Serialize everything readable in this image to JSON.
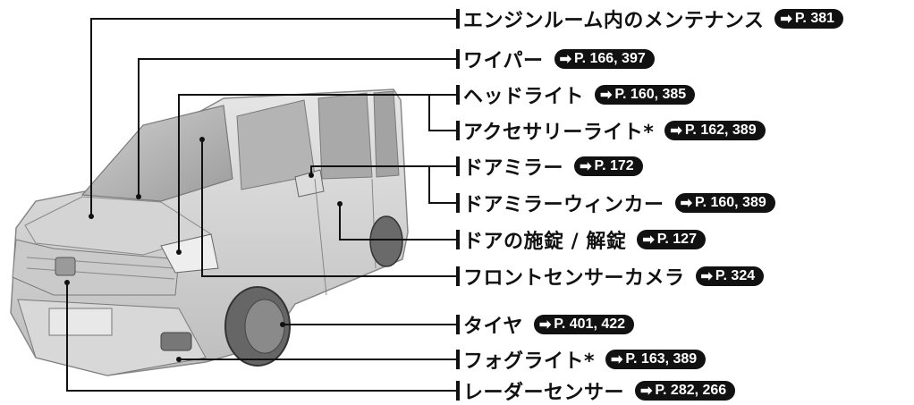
{
  "labels": [
    {
      "text": "エンジンルーム内のメンテナンス",
      "ref": "P. 381"
    },
    {
      "text": "ワイパー",
      "ref": "P. 166, 397"
    },
    {
      "text": "ヘッドライト",
      "ref": "P. 160, 385"
    },
    {
      "text": "アクセサリーライト*",
      "ref": "P. 162, 389"
    },
    {
      "text": "ドアミラー",
      "ref": "P. 172"
    },
    {
      "text": "ドアミラーウィンカー",
      "ref": "P. 160, 389"
    },
    {
      "text": "ドアの施錠 / 解錠",
      "ref": "P. 127"
    },
    {
      "text": "フロントセンサーカメラ",
      "ref": "P. 324"
    },
    {
      "text": "タイヤ",
      "ref": "P. 401, 422"
    },
    {
      "text": "フォグライト*",
      "ref": "P. 163, 389"
    },
    {
      "text": "レーダーセンサー",
      "ref": "P. 282, 266"
    }
  ],
  "colors": {
    "line": "#111111",
    "pill_bg": "#111111",
    "pill_text": "#ffffff"
  }
}
